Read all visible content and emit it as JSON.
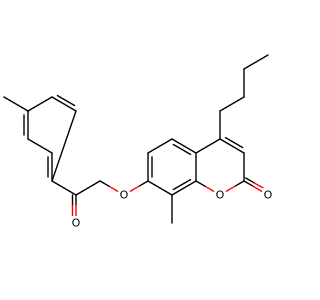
{
  "molecule": {
    "colors": {
      "bond": "#000000",
      "oxygen": "#ff0000"
    },
    "atoms": [
      {
        "id": "ring_O",
        "symbol": "O"
      },
      {
        "id": "carbonyl_O_lactone",
        "symbol": "O"
      },
      {
        "id": "ether_O",
        "symbol": "O"
      },
      {
        "id": "ketone_O",
        "symbol": "O"
      }
    ]
  }
}
